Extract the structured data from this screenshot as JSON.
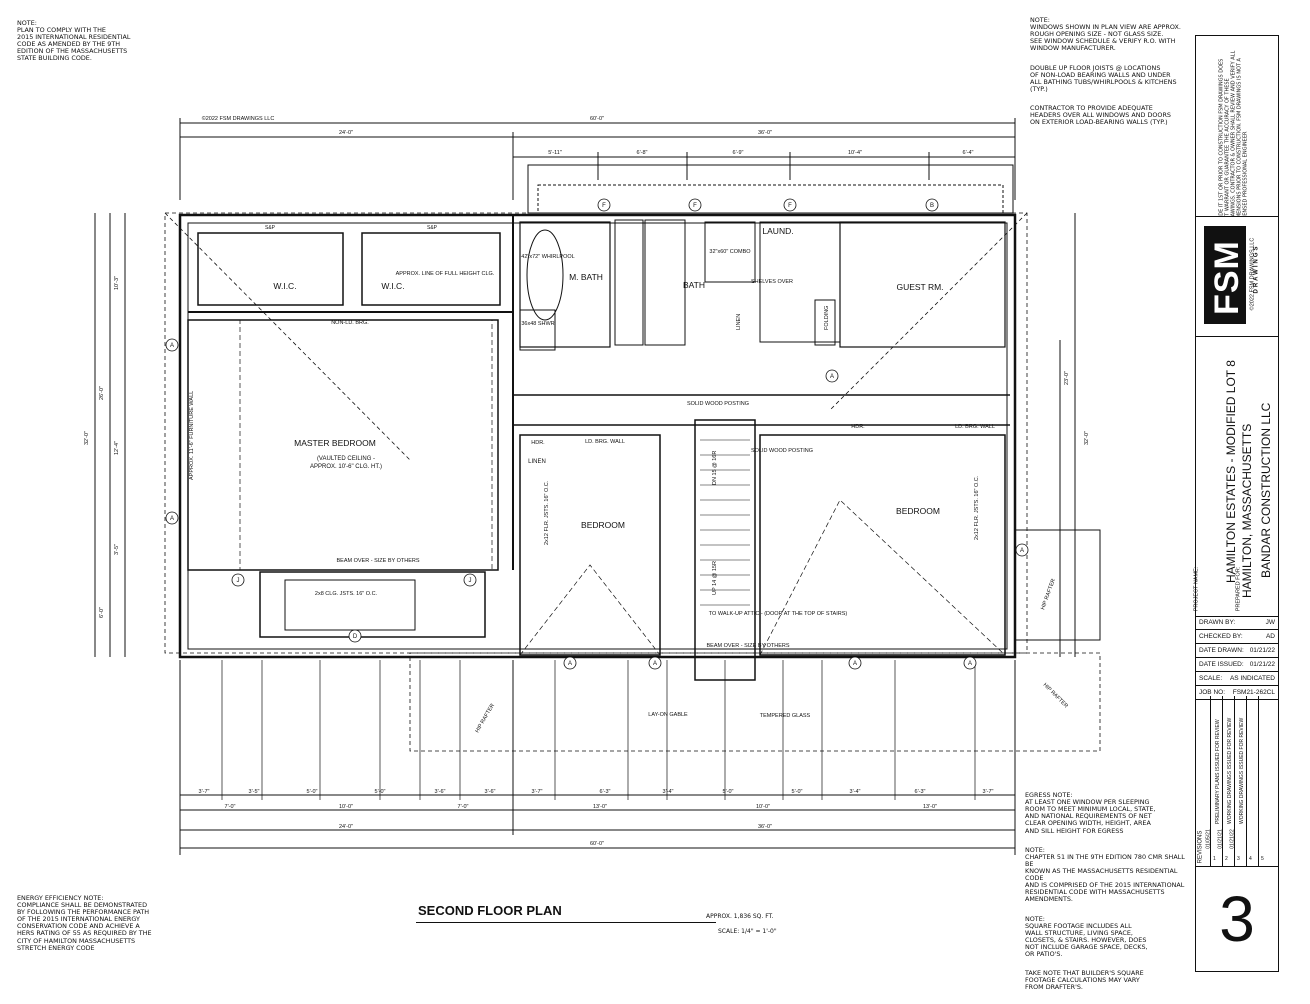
{
  "notes": {
    "code_note": "NOTE:\nPLAN TO COMPLY WITH THE\n2015 INTERNATIONAL RESIDENTIAL\nCODE AS AMENDED BY THE 9th\nEDITION OF THE MASSACHUSETTS\nSTATE BUILDING CODE.",
    "window_note": "NOTE:\nWINDOWS SHOWN IN PLAN VIEW ARE APPROX.\nROUGH OPENING SIZE - NOT GLASS SIZE.\nSEE WINDOW SCHEDULE & VERIFY R.O. WITH\nWINDOW MANUFACTURER.",
    "joist_note": "DOUBLE UP FLOOR JOISTS @ LOCATIONS\nOF NON-LOAD BEARING WALLS AND UNDER\nALL BATHING TUBS/WHIRLPOOLS & KITCHENS (TYP.)",
    "header_note": "CONTRACTOR TO PROVIDE ADEQUATE\nHEADERS OVER ALL WINDOWS AND DOORS\nON EXTERIOR LOAD-BEARING WALLS (TYP.)",
    "energy_note": "ENERGY EFFICIENCY NOTE:\nCOMPLIANCE SHALL BE DEMONSTRATED\nBY FOLLOWING THE PERFORMANCE PATH\nOF THE 2015 INTERNATIONAL ENERGY\nCONSERVATION CODE AND ACHIEVE A\nHERS RATING OF 55 AS REQUIRED BY THE\nCITY OF HAMILTON MASSACHUSETTS\nSTRETCH ENERGY CODE",
    "egress_note": "EGRESS NOTE:\nAT LEAST ONE WINDOW PER SLEEPING\nROOM TO MEET MINIMUM LOCAL, STATE,\nAND NATIONAL REQUIREMENTS OF NET\nCLEAR OPENING WIDTH, HEIGHT, AREA\nAND SILL HEIGHT FOR EGRESS",
    "chapter_note": "NOTE:\nCHAPTER 51 IN THE 9TH EDITION 780 CMR SHALL BE\nKNOWN AS THE MASSACHUSETTS RESIDENTIAL CODE\nAND IS COMPRISED OF THE 2015 INTERNATIONAL\nRESIDENTIAL CODE WITH MASSACHUSETTS AMENDMENTS.",
    "sqft_note": "NOTE:\nSQUARE FOOTAGE INCLUDES ALL\nWALL STRUCTURE, LIVING SPACE,\nCLOSETS, & STAIRS. HOWEVER, DOES\nNOT INCLUDE GARAGE SPACE, DECKS,\nOR PATIO'S.",
    "builder_note": "TAKE NOTE THAT BUILDER'S SQUARE\nFOOTAGE CALCULATIONS MAY VARY\nFROM DRAFTER'S."
  },
  "plan": {
    "title": "SECOND FLOOR PLAN",
    "area": "APPROX. 1,836 SQ. FT.",
    "scale": "SCALE: 1/4\" = 1'-0\"",
    "copyright": "©2022 FSM DRAWINGS LLC"
  },
  "rooms": {
    "master": "MASTER BEDROOM",
    "master_sub1": "(VAULTED CEILING -",
    "master_sub2": "APPROX. 10'-6\" CLG. HT.)",
    "wic": "W.I.C.",
    "mbath": "M. BATH",
    "bath": "BATH",
    "laund": "LAUND.",
    "guest": "GUEST RM.",
    "bedroom": "BEDROOM",
    "linen": "LINEN",
    "whirlpool": "42\"x72\" WHIRLPOOL",
    "shwr": "36x48 SHWR",
    "combo": "32\"x60\" COMBO",
    "folding": "FOLDING",
    "shelves": "SHELVES OVER",
    "sap": "S&P"
  },
  "labels": {
    "beam_over": "BEAM OVER - SIZE BY OTHERS",
    "full_height_1": "APPROX. LINE OF FULL HEIGHT CLG.",
    "non_ld": "NON-LD. BRG.",
    "ld_brg": "LD. BRG. WALL",
    "solid_wood": "SOLID WOOD POSTING",
    "walkup": "TO WALK-UP ATTIC - (DOOR AT THE TOP OF STAIRS)",
    "hip_rafter": "HIP RAFTER",
    "lay_on": "LAY-ON GABLE",
    "tempered": "TEMPERED GLASS",
    "hdr": "HDR.",
    "dn": "DN 15 @ 16R",
    "up": "UP 14 @ 15R",
    "furniture_wall": "APPROX. 11'-6\" FURNITURE WALL",
    "clg_jsts": "2x8 CLG. JSTS. 16\" O.C.",
    "flr_jsts": "2x12 FLR. JSTS. 16\" O.C."
  },
  "dimensions": {
    "overall": "60'-0\"",
    "left": "24'-0\"",
    "right": "36'-0\"",
    "top_segments": [
      "5'-11\"",
      "6'-8\"",
      "6'-9\"",
      "10'-4\"",
      "6'-4\""
    ],
    "bottom_row1": [
      "3'-7\"",
      "3'-5\"",
      "5'-0\"",
      "5'-0\"",
      "3'-6\"",
      "3'-6\"",
      "3'-7\"",
      "6'-3\"",
      "3'-4\"",
      "5'-0\"",
      "5'-0\"",
      "3'-4\"",
      "6'-3\"",
      "3'-7\""
    ],
    "bottom_row2": [
      "7'-0\"",
      "10'-0\"",
      "7'-0\"",
      "13'-0\"",
      "10'-0\"",
      "13'-0\""
    ],
    "left_side": [
      "10'-3\"",
      "26'-0\"",
      "12'-4\"",
      "3'-5\"",
      "6'-0\""
    ],
    "overall_depth": "32'-0\"",
    "right_depth": "23'-0\""
  },
  "title_block": {
    "disclaimer": "MADE IT 1ST OR PRIOR TO CONSTRUCTION FSM DRAWINGS DOES NOT WARRANT OR GUARANTEE THE ACCURACY OF THESE DRAWINGS. CONTRACTOR & OWNER SHALL REVIEW AND VERIFY ALL DIMENSIONS PRIOR TO CONSTRUCTION. FSM DRAWINGS IS NOT A LICENSED PROFESSIONAL ENGINEER",
    "logo": "FSM",
    "logo_sub": "DRAWINGS",
    "logo_copy": "©2022 FSM DRAWINGS LLC",
    "project_label": "PROJECT NAME:",
    "project_name": "HAMILTON ESTATES - MODIFIED LOT 8",
    "project_city": "HAMILTON, MASSACHUSETTS",
    "prepared_label": "PREPARED FOR:",
    "prepared_for": "BANDAR CONSTRUCTION LLC",
    "drawn_by_label": "DRAWN BY:",
    "drawn_by": "JW",
    "checked_by_label": "CHECKED BY:",
    "checked_by": "AD",
    "date_drawn_label": "DATE DRAWN:",
    "date_drawn": "01/21/22",
    "date_issued_label": "DATE ISSUED:",
    "date_issued": "01/21/22",
    "scale_label": "SCALE:",
    "scale": "AS INDICATED",
    "job_label": "JOB NO:",
    "job": "FSM21-262CL",
    "revisions_label": "REVISIONS",
    "revisions": [
      {
        "no": "1",
        "date": "01/05/21",
        "desc": "PRELIMINARY PLANS ISSUED FOR REVIEW"
      },
      {
        "no": "2",
        "date": "01/21/21",
        "desc": "WORKING DRAWINGS ISSUED FOR REVIEW"
      },
      {
        "no": "3",
        "date": "01/21/22",
        "desc": "WORKING DRAWINGS ISSUED FOR REVIEW"
      },
      {
        "no": "4",
        "date": "",
        "desc": ""
      },
      {
        "no": "5",
        "date": "",
        "desc": ""
      }
    ],
    "sheet": "3"
  }
}
